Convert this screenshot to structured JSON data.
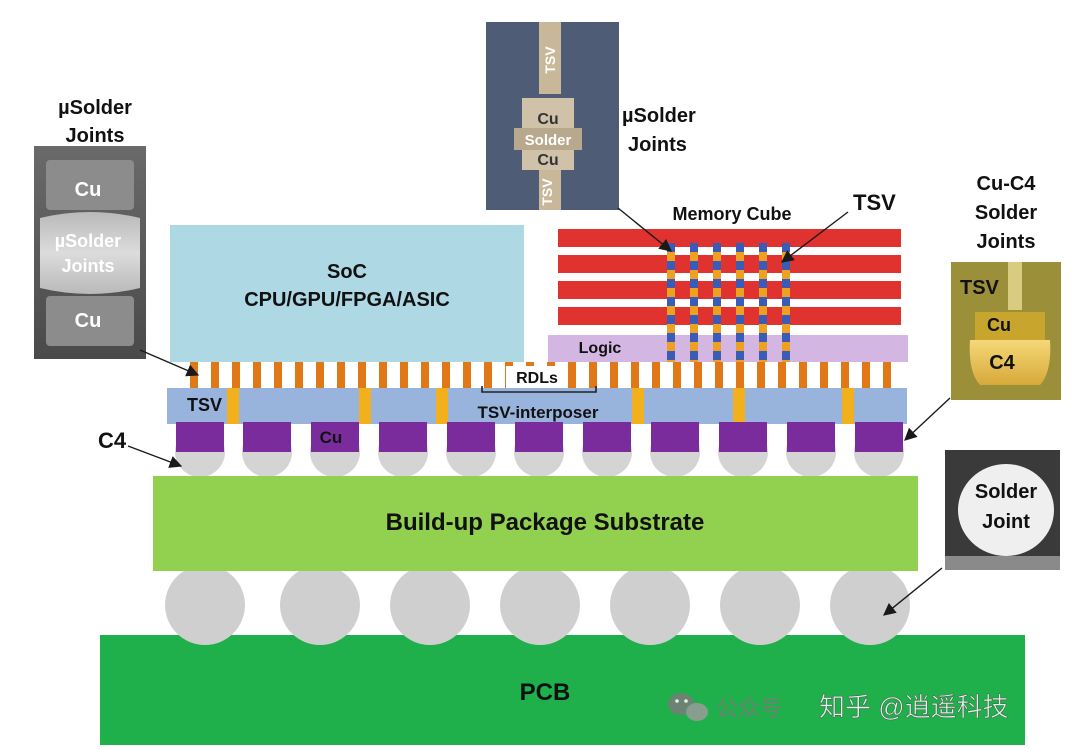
{
  "labels": {
    "usolder_left_title": [
      "µSolder",
      "Joints"
    ],
    "usolder_left_photo": {
      "top": "Cu",
      "mid": [
        "µSolder",
        "Joints"
      ],
      "bottom": "Cu"
    },
    "usolder_top_title": [
      "µSolder",
      "Joints"
    ],
    "usolder_top_photo": {
      "tsv_top": "TSV",
      "cu1": "Cu",
      "solder": "Solder",
      "cu2": "Cu",
      "tsv_bottom": "TSV"
    },
    "memory_cube": "Memory Cube",
    "tsv_callout": "TSV",
    "cu_c4_title": [
      "Cu-C4",
      "Solder",
      "Joints"
    ],
    "cu_c4_photo": {
      "tsv": "TSV",
      "cu": "Cu",
      "c4": "C4"
    },
    "soc": [
      "SoC",
      "CPU/GPU/FPGA/ASIC"
    ],
    "logic": "Logic",
    "rdls": "RDLs",
    "tsv_interposer_left": "TSV",
    "tsv_interposer": "TSV-interposer",
    "cu_pad": "Cu",
    "c4": "C4",
    "substrate": "Build-up Package Substrate",
    "solder_joint_photo": [
      "Solder",
      "Joint"
    ],
    "pcb": "PCB",
    "watermark_account": "公众号",
    "watermark_brand": "知乎 @逍遥科技"
  },
  "colors": {
    "soc_fill": "#add8e4",
    "memory_layer": "#e0322f",
    "tsv_orange": "#f0a020",
    "tsv_blue": "#3a5cb8",
    "logic_fill": "#d4b6e2",
    "microbump": "#e07818",
    "interposer": "#98b4dc",
    "interposer_tsv": "#f2b01c",
    "cu_pad": "#7a2c9c",
    "c4_ball": "#d4d4d4",
    "substrate": "#92d050",
    "bga_ball": "#cfcfcf",
    "pcb": "#1fb04c"
  },
  "icons": [
    "wechat-icon"
  ]
}
